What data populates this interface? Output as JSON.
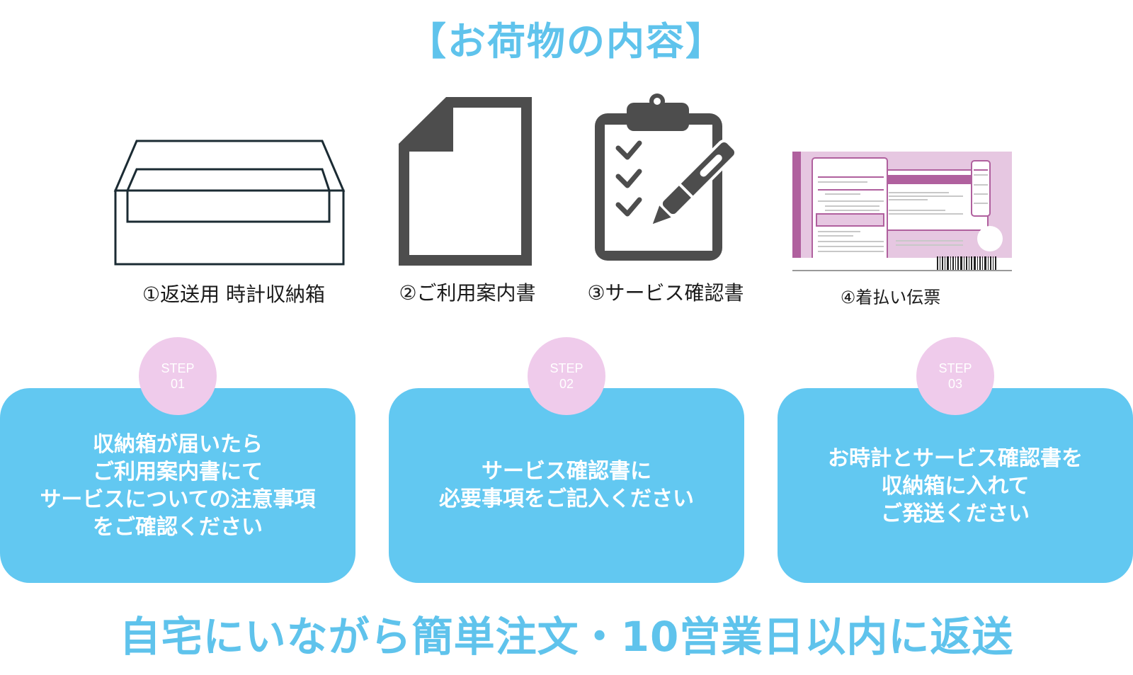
{
  "header": {
    "title": "【お荷物の内容】"
  },
  "items": [
    {
      "label": "①返送用 時計収納箱",
      "icon": "box-icon"
    },
    {
      "label": "②ご利用案内書",
      "icon": "document-icon"
    },
    {
      "label": "③サービス確認書",
      "icon": "clipboard-pen-icon"
    },
    {
      "label": "④着払い伝票",
      "icon": "shipping-slip-icon"
    }
  ],
  "steps": [
    {
      "badge_line1": "STEP",
      "badge_line2": "01",
      "lines": [
        "収納箱が届いたら",
        "ご利用案内書にて",
        "サービスについての注意事項",
        "をご確認ください"
      ]
    },
    {
      "badge_line1": "STEP",
      "badge_line2": "02",
      "lines": [
        "サービス確認書に",
        "必要事項をご記入ください"
      ]
    },
    {
      "badge_line1": "STEP",
      "badge_line2": "03",
      "lines": [
        "お時計とサービス確認書を",
        "収納箱に入れて",
        "ご発送ください"
      ]
    }
  ],
  "footer": {
    "tagline": "自宅にいながら簡単注文・10営業日以内に返送"
  },
  "colors": {
    "accent_blue": "#5fc3ec",
    "card_blue": "#62c8f1",
    "badge_pink": "#efcbeb",
    "icon_gray": "#4d4d4d",
    "box_outline": "#1b2b33",
    "slip_purple": "#b0609e",
    "slip_light": "#e6c7e1"
  }
}
